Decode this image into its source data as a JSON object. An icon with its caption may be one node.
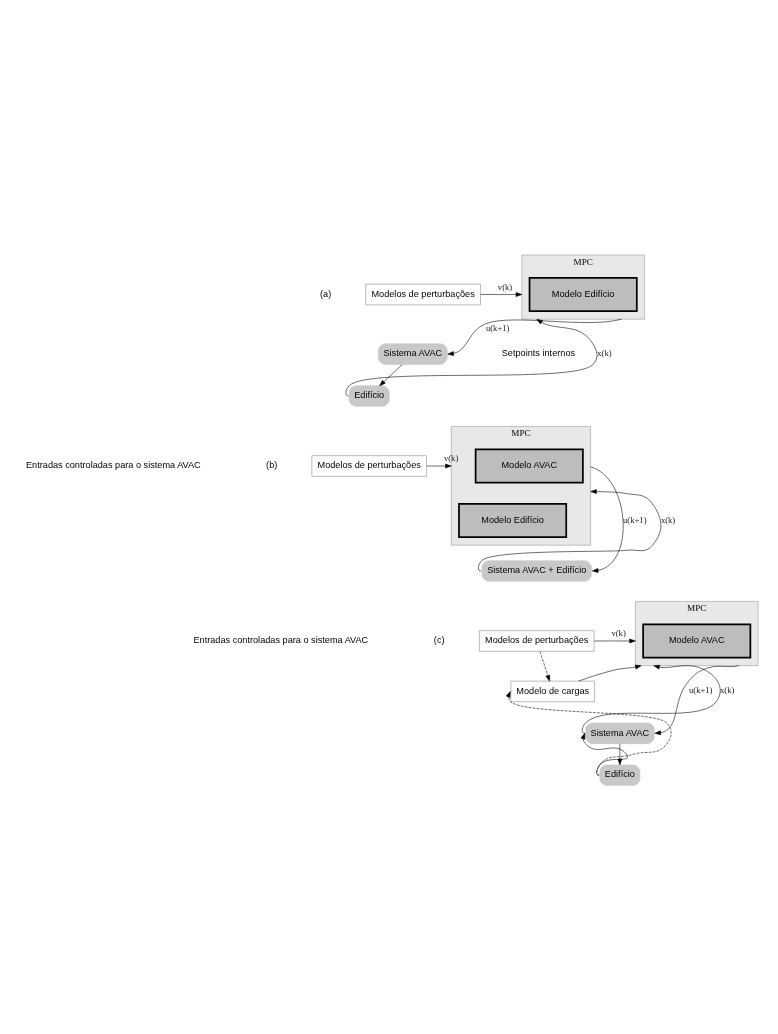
{
  "diagram": {
    "nodes": [
      {
        "text": [
          "Modelos de perturbações"
        ]
      },
      {
        "text": [
          "MPC"
        ]
      },
      {
        "text": [
          "Modelo Edifício"
        ],
        "in": 1
      },
      {
        "text": [
          "Sistema AVAC"
        ]
      },
      {
        "text": [
          "Edifício"
        ]
      },
      {
        "text": [
          "Modelos de perturbações"
        ]
      },
      {
        "text": [
          "MPC"
        ]
      },
      {
        "text": [
          "Modelo AVAC"
        ],
        "in": 6
      },
      {
        "text": [
          "Modelo Edifício"
        ],
        "in": 6
      },
      {
        "text": [
          "Sistema AVAC + Edifício"
        ]
      },
      {
        "text": [
          "Modelos de perturbações"
        ]
      },
      {
        "text": [
          "Modelo de cargas"
        ]
      },
      {
        "text": [
          "MPC"
        ]
      },
      {
        "text": [
          "Modelo AVAC"
        ],
        "in": 12
      },
      {
        "text": [
          "Sistema AVAC"
        ]
      },
      {
        "text": [
          "Edifício"
        ]
      }
    ],
    "edges": [
      {
        "from": 0,
        "to": 1,
        "arrow": "to",
        "label": "v(k)"
      },
      {
        "from": 1,
        "to": 3,
        "arrow": "to",
        "label": "u(k+1)"
      },
      {
        "from": 3,
        "to": 4,
        "arrow": "to"
      },
      {
        "from": 4,
        "to": 1,
        "arrow": "to",
        "label": "x(k)"
      },
      {
        "from": 5,
        "to": 6,
        "arrow": "to",
        "label": "v(k)"
      },
      {
        "from": 6,
        "to": 9,
        "arrow": "to",
        "label": "u(k+1)"
      },
      {
        "from": 9,
        "to": 6,
        "arrow": "to",
        "label": "x(k)"
      },
      {
        "from": 10,
        "to": 12,
        "arrow": "to",
        "label": "v(k)"
      },
      {
        "from": 10,
        "to": 11,
        "arrow": "to",
        "style": "dashed"
      },
      {
        "from": 11,
        "to": 12,
        "arrow": "to"
      },
      {
        "from": 12,
        "to": 14,
        "arrow": "to",
        "label": "u(k+1)"
      },
      {
        "from": 14,
        "to": 12,
        "arrow": "to",
        "label": "x(k)"
      },
      {
        "from": 14,
        "to": 15,
        "arrow": "to"
      },
      {
        "from": 15,
        "to": 11,
        "arrow": "to",
        "style": "dashed"
      },
      {
        "from": 15,
        "to": 14,
        "arrow": "to"
      }
    ],
    "labels": [
      "(a)",
      "Setpoints internos",
      "(b)",
      "Entradas controladas para o sistema AVAC",
      "(c)",
      "Entradas controladas para o sistema AVAC"
    ]
  }
}
